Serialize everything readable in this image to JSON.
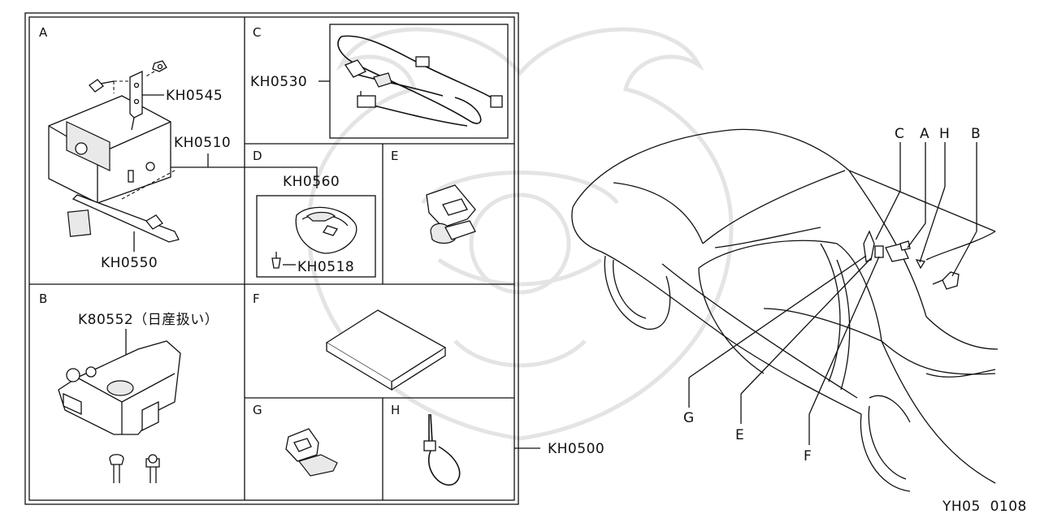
{
  "cells": {
    "a": "A",
    "b": "B",
    "c": "C",
    "d": "D",
    "e": "E",
    "f": "F",
    "g": "G",
    "h": "H"
  },
  "parts": {
    "kh0545": "KH0545",
    "kh0510": "KH0510",
    "kh0550": "KH0550",
    "kh0530": "KH0530",
    "kh0560": "KH0560",
    "kh0518": "KH0518",
    "k80552": "K80552（日産扱い）",
    "kh0500": "KH0500"
  },
  "car_callouts": {
    "c": "C",
    "a": "A",
    "h": "H",
    "b": "B",
    "g": "G",
    "e": "E",
    "f": "F"
  },
  "diagram_code": "YH05  0108"
}
